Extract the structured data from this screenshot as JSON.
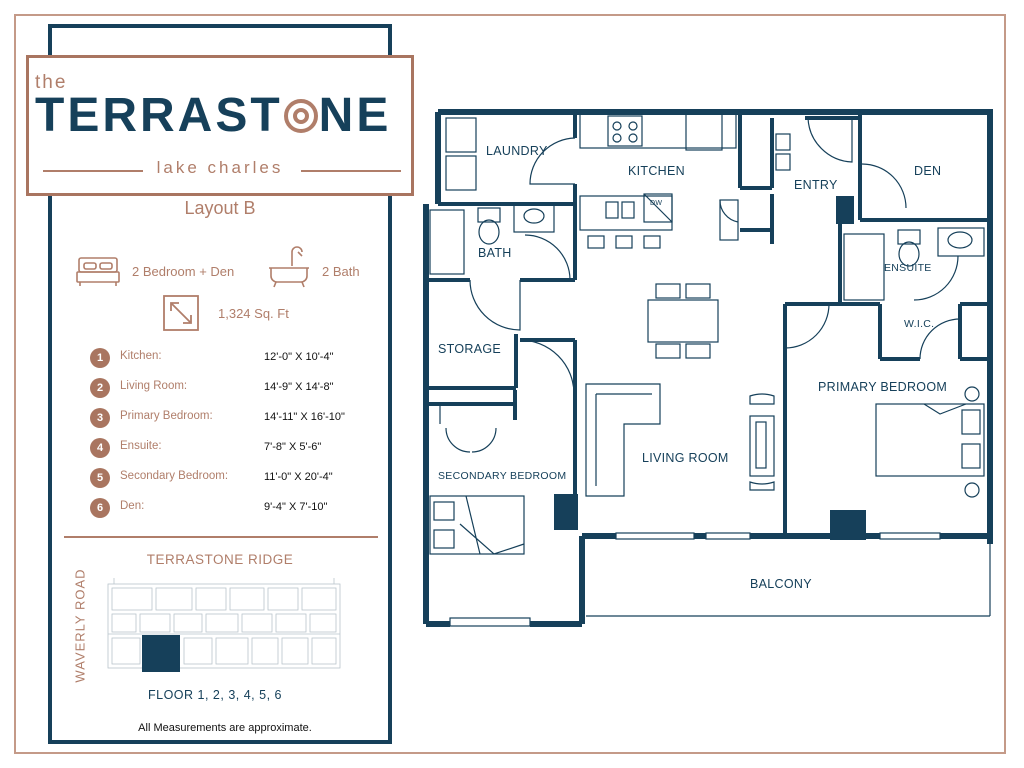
{
  "brand": {
    "the": "the",
    "name_before_o": "TERRAST",
    "name_after_o": "NE",
    "subtitle": "lake charles"
  },
  "layout": {
    "title": "Layout B",
    "bedrooms": "2 Bedroom + Den",
    "baths": "2 Bath",
    "area": "1,324 Sq. Ft"
  },
  "rooms": [
    {
      "num": "1",
      "name": "Kitchen:",
      "dims": "12'-0\" X 10'-4\""
    },
    {
      "num": "2",
      "name": "Living Room:",
      "dims": "14'-9\" X 14'-8\""
    },
    {
      "num": "3",
      "name": "Primary Bedroom:",
      "dims": "14'-11\" X 16'-10\""
    },
    {
      "num": "4",
      "name": "Ensuite:",
      "dims": "7'-8\" X 5'-6\""
    },
    {
      "num": "5",
      "name": "Secondary Bedroom:",
      "dims": "11'-0\" X 20'-4\""
    },
    {
      "num": "6",
      "name": "Den:",
      "dims": "9'-4\" X 7'-10\""
    }
  ],
  "site": {
    "title": "TERRASTONE RIDGE",
    "road": "WAVERLY ROAD",
    "floors": "FLOOR 1, 2, 3, 4, 5, 6"
  },
  "note": "All Measurements are approximate.",
  "plan_labels": {
    "laundry": "LAUNDRY",
    "kitchen": "KITCHEN",
    "entry": "ENTRY",
    "den": "DEN",
    "bath": "BATH",
    "ensuite": "ENSUITE",
    "storage": "STORAGE",
    "wic": "W.I.C.",
    "primary_bedroom": "PRIMARY BEDROOM",
    "secondary_bedroom": "SECONDARY BEDROOM",
    "living_room": "LIVING ROOM",
    "balcony": "BALCONY",
    "dw": "DW"
  },
  "colors": {
    "navy": "#16405a",
    "terracotta": "#b07e6a"
  }
}
